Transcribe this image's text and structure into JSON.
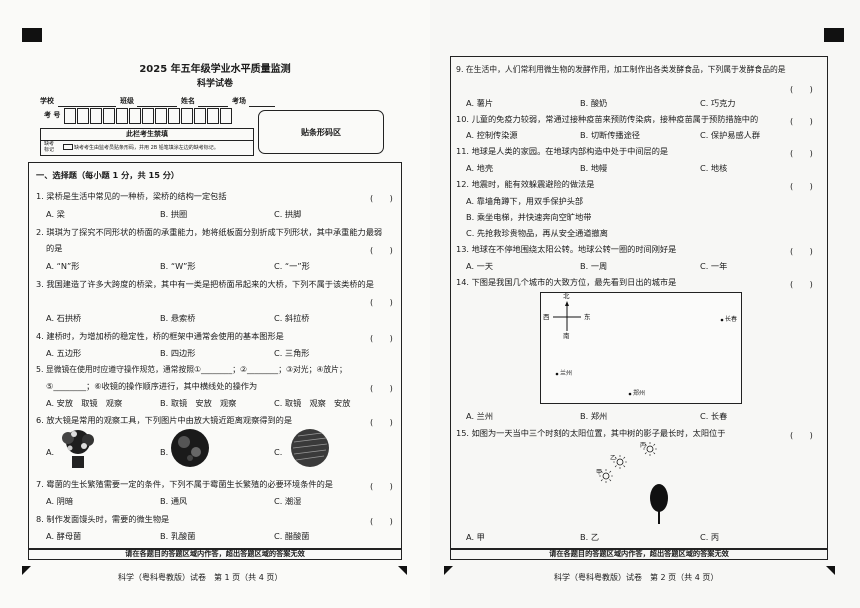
{
  "page1": {
    "title": "2025 年五年级学业水平质量监测",
    "subtitle": "科学试卷",
    "fields": {
      "school": "学校",
      "class": "班级",
      "name": "姓名",
      "room": "考场",
      "exam_no": "考 号"
    },
    "barcode_area": "贴条形码区",
    "staff_only": "此栏考生禁填",
    "absent_label_1": "缺考",
    "absent_label_2": "标记",
    "absent_note": "缺考考生由监考员贴条形码，并用 2B 铅笔填涂左边的缺考标记。",
    "section1": "一、选择题（每小题 1 分，共 15 分）",
    "q1": "1. 梁桥是生活中常见的一种桥，梁桥的结构一定包括",
    "q1_opts": [
      "A. 梁",
      "B. 拱圈",
      "C. 拱脚"
    ],
    "q2_l1": "2. 琪琪为了探究不同形状的桥面的承重能力，她将纸板面分别折成下列形状，其中承重能力最弱",
    "q2_l2": "的是",
    "q2_opts": [
      "A. “N”形",
      "B. “W”形",
      "C. “一”形"
    ],
    "q3": "3. 我国建造了许多大跨度的桥梁，其中有一类是把桥面吊起来的大桥，下列不属于该类桥的是",
    "q3_opts": [
      "A. 石拱桥",
      "B. 悬索桥",
      "C. 斜拉桥"
    ],
    "q4": "4. 建桥时，为增加桥的稳定性，桥的框架中通常会使用的基本图形是",
    "q4_opts": [
      "A. 五边形",
      "B. 四边形",
      "C. 三角形"
    ],
    "q5_l1": "5. 显微镜在使用时应遵守操作规范，通常按照①________；②________；③对光；④放片；",
    "q5_l2": "⑤________；⑥收镜的操作顺序进行，其中横线处的操作为",
    "q5_opts": [
      "A. 安放　取镜　观察",
      "B. 取镜　安放　观察",
      "C. 取镜　观察　安放"
    ],
    "q6": "6. 放大镜是常用的观察工具，下列图片中由放大镜近距离观察得到的是",
    "q6_opts": [
      "A.",
      "B.",
      "C."
    ],
    "q7": "7. 霉菌的生长繁殖需要一定的条件，下列不属于霉菌生长繁殖的必要环境条件的是",
    "q7_opts": [
      "A. 阴暗",
      "B. 通风",
      "C. 潮湿"
    ],
    "q8": "8. 制作发面馒头时，需要的微生物是",
    "q8_opts": [
      "A. 酵母菌",
      "B. 乳酸菌",
      "C. 醋酸菌"
    ],
    "answer_note": "请在各题目的答题区域内作答，超出答题区域的答案无效",
    "footer": "科学（粤科粤教版）试卷　第 1 页（共 4 页）"
  },
  "page2": {
    "q9": "9. 在生活中，人们常利用微生物的发酵作用，加工制作出各类发酵食品，下列属于发酵食品的是",
    "q9_opts": [
      "A. 薯片",
      "B. 酸奶",
      "C. 巧克力"
    ],
    "q10": "10. 儿童的免疫力较弱，常通过接种疫苗来预防传染病，接种疫苗属于预防措施中的",
    "q10_opts": [
      "A. 控制传染源",
      "B. 切断传播途径",
      "C. 保护易感人群"
    ],
    "q11": "11. 地球是人类的家园。在地球内部构造中处于中间层的是",
    "q11_opts": [
      "A. 地壳",
      "B. 地幔",
      "C. 地核"
    ],
    "q12": "12. 地震时，能有效躲震避险的做法是",
    "q12_opts": [
      "A. 靠墙角蹲下，用双手保护头部",
      "B. 乘坐电梯，并快速奔向空旷地带",
      "C. 先抢救珍贵物品，再从安全通道撤离"
    ],
    "q13": "13. 地球在不停地围绕太阳公转。地球公转一圈的时间刚好是",
    "q13_opts": [
      "A. 一天",
      "B. 一周",
      "C. 一年"
    ],
    "q14": "14. 下图是我国几个城市的大致方位，最先看到日出的城市是",
    "map": {
      "north": "北",
      "south": "南",
      "west": "西",
      "east": "东",
      "cities": [
        "长春",
        "兰州",
        "郑州"
      ]
    },
    "q14_opts": [
      "A. 兰州",
      "B. 郑州",
      "C. 长春"
    ],
    "q15": "15. 如图为一天当中三个时刻的太阳位置，其中树的影子最长时，太阳位于",
    "suns": [
      "甲",
      "乙",
      "丙"
    ],
    "q15_opts": [
      "A. 甲",
      "B. 乙",
      "C. 丙"
    ],
    "answer_note": "请在各题目的答题区域内作答，超出答题区域的答案无效",
    "footer": "科学（粤科粤教版）试卷　第 2 页（共 4 页）"
  },
  "paren": "(　　)"
}
